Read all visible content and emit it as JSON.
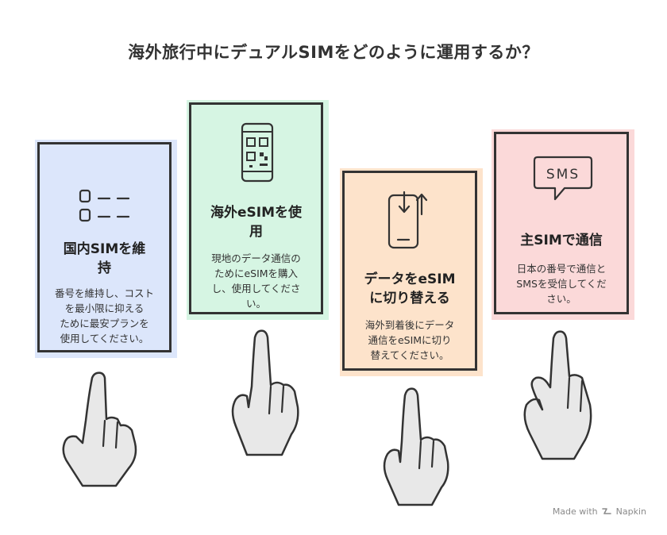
{
  "title": "海外旅行中にデュアルSIMをどのように運用するか？",
  "colors": {
    "card1": "#dce6fb",
    "card2": "#d6f5e3",
    "card3": "#fde3cb",
    "card4": "#fbd9d9",
    "outline": "#333333",
    "hand": "#e8e8e8"
  },
  "cards": [
    {
      "title": "国内SIMを維持",
      "title_lines": [
        "国内SIMを維",
        "持"
      ],
      "desc_lines": [
        "番号を維持し、コスト",
        "を最小限に抑える",
        "ために最安プランを",
        "使用してください。"
      ],
      "icon": "sim-slots-icon"
    },
    {
      "title": "海外eSIMを使用",
      "title_lines": [
        "海外eSIMを使",
        "用"
      ],
      "desc_lines": [
        "現地のデータ通信の",
        "ためにeSIMを購入",
        "し、使用してくださ",
        "い。"
      ],
      "icon": "phone-qr-icon"
    },
    {
      "title": "データをeSIMに切り替える",
      "title_lines": [
        "データをeSIM",
        "に切り替える"
      ],
      "desc_lines": [
        "海外到着後にデータ",
        "通信をeSIMに切り",
        "替えてください。"
      ],
      "icon": "phone-switch-icon"
    },
    {
      "title": "主SIMで通信",
      "title_lines": [
        "主SIMで通信"
      ],
      "desc_lines": [
        "日本の番号で通信と",
        "SMSを受信してくだ",
        "さい。"
      ],
      "icon": "sms-bubble-icon",
      "icon_text": "SMS"
    }
  ],
  "footer": {
    "made_with": "Made with",
    "brand": "Napkin"
  }
}
